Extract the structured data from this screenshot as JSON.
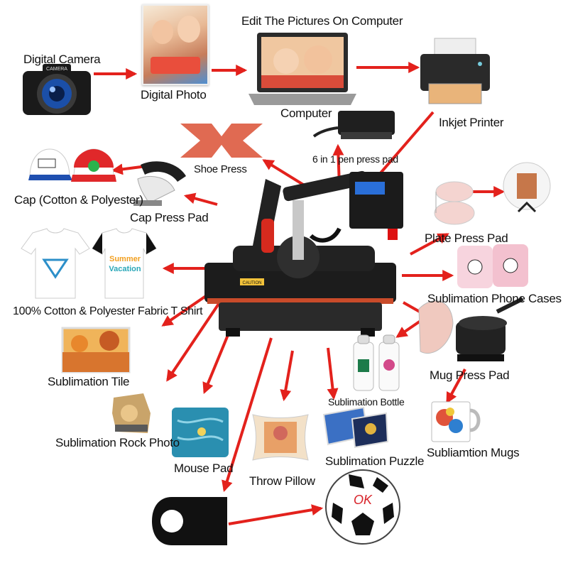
{
  "labels": {
    "digital_camera": "Digital Camera",
    "digital_photo": "Digital Photo",
    "edit_pictures": "Edit The Pictures On Computer",
    "computer": "Computer",
    "inkjet_printer": "Inkjet Printer",
    "shoe_press": "Shoe Press",
    "pen_press_pad": "6 in 1 pen press pad",
    "cap": "Cap (Cotton & Polyester)",
    "cap_press_pad": "Cap Press Pad",
    "plate_press_pad": "Plate Press Pad",
    "tshirt": "100% Cotton & Polyester Fabric T Shirt",
    "phone_cases": "Sublimation Phone Cases",
    "tile": "Sublimation Tile",
    "mug_press_pad": "Mug Press Pad",
    "bottle": "Sublimation Bottle",
    "rock_photo": "Sublimation Rock Photo",
    "mouse_pad": "Mouse Pad",
    "throw_pillow": "Throw Pillow",
    "puzzle": "Sublimation Puzzle",
    "mugs": "Subliamtion Mugs"
  },
  "in_image_text": {
    "camera_brand": "CAMERA",
    "ball_text": "OK",
    "tshirt_line1": "Summer",
    "tshirt_line2": "Vacation",
    "machine_warning": "CAUTION"
  },
  "colors": {
    "arrow": "#e3211c",
    "machine_body": "#1c1c1c",
    "heat_plate": "#c94b2a",
    "shoe_press": "#e06a52"
  }
}
